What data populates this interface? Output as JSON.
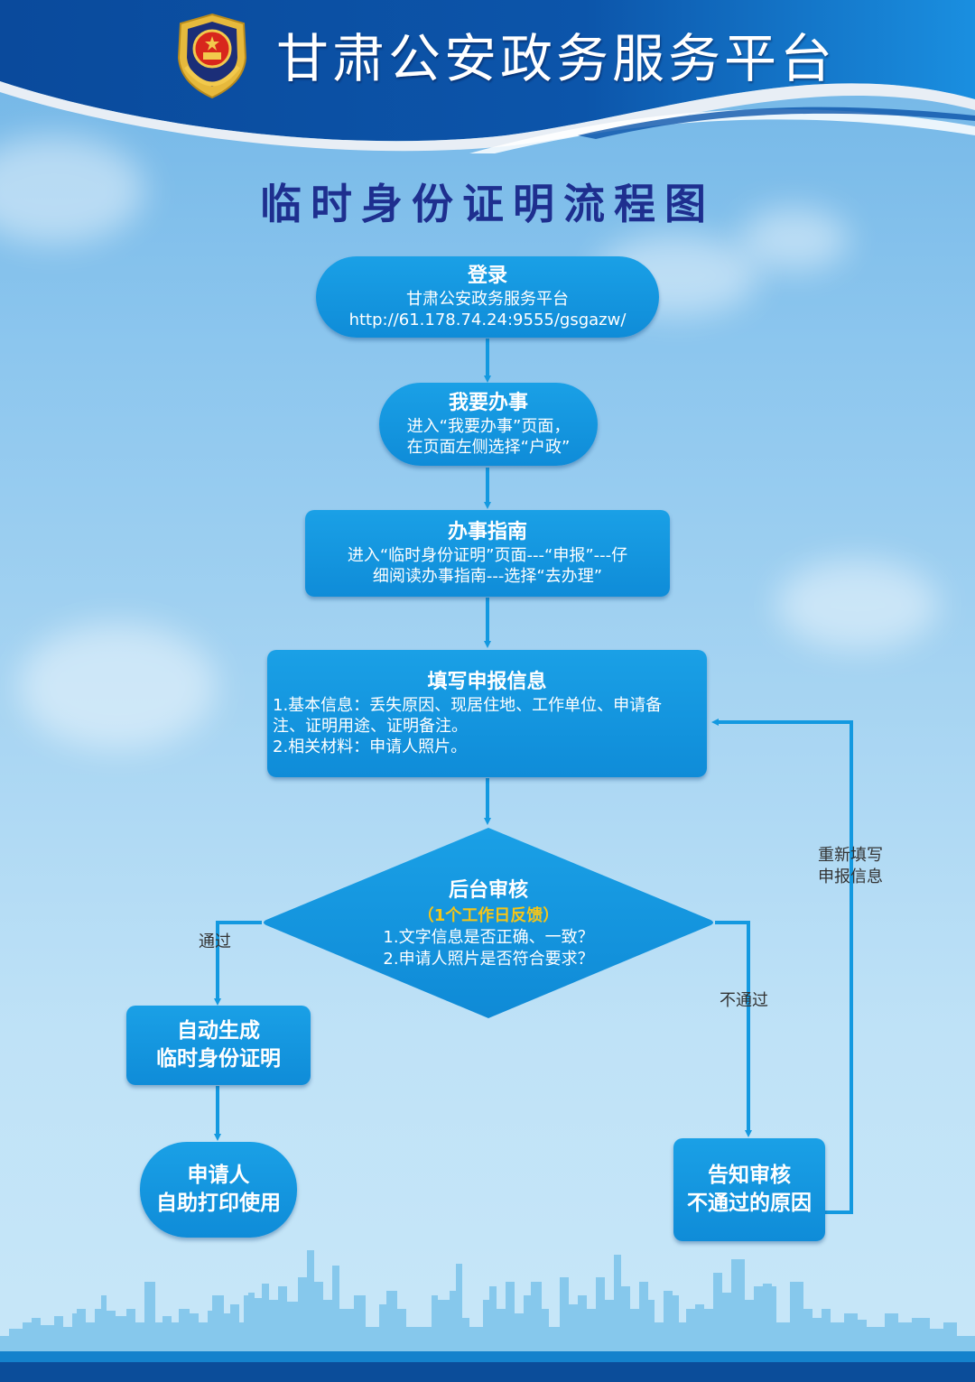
{
  "header": {
    "site_title": "甘肃公安政务服务平台",
    "emblem_icon": "police-emblem-icon"
  },
  "page_title": "临时身份证明流程图",
  "flow": {
    "step1": {
      "title": "登录",
      "lines": [
        "甘肃公安政务服务平台",
        "http://61.178.74.24:9555/gsgazw/"
      ]
    },
    "step2": {
      "title": "我要办事",
      "lines": [
        "进入“我要办事”页面，",
        "在页面左侧选择“户政”"
      ]
    },
    "step3": {
      "title": "办事指南",
      "lines": [
        "进入“临时身份证明”页面---“申报”---仔",
        "细阅读办事指南---选择“去办理”"
      ]
    },
    "step4": {
      "title": "填写申报信息",
      "lines": [
        "1.基本信息：丢失原因、现居住地、工作单位、申请备",
        "注、证明用途、证明备注。",
        "2.相关材料：申请人照片。"
      ]
    },
    "decision": {
      "title": "后台审核",
      "note": "（1个工作日反馈）",
      "lines": [
        "1.文字信息是否正确、一致？",
        "2.申请人照片是否符合要求？"
      ]
    },
    "pass_node": {
      "lines": [
        "自动生成",
        "临时身份证明"
      ]
    },
    "print_node": {
      "lines": [
        "申请人",
        "自助打印使用"
      ]
    },
    "fail_node": {
      "lines": [
        "告知审核",
        "不通过的原因"
      ]
    },
    "labels": {
      "pass": "通过",
      "fail": "不通过",
      "refill": [
        "重新填写",
        "申报信息"
      ]
    }
  },
  "colors": {
    "node_fill": "#139ae0",
    "connector": "#1399e0",
    "title_color": "#1e2f8f",
    "header_blue": "#0a4a9c",
    "note_yellow": "#f5c518"
  }
}
